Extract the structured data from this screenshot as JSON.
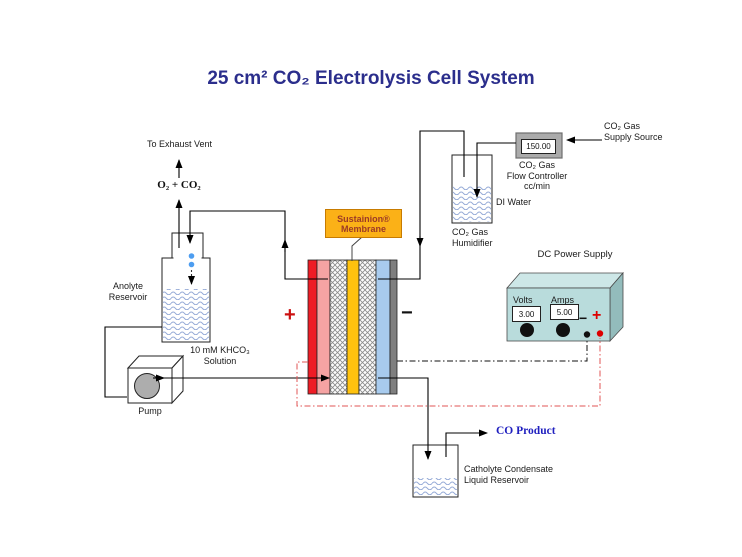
{
  "title": "25 cm² CO₂ Electrolysis Cell System",
  "exhaust": {
    "vent_label": "To Exhaust Vent",
    "gas_label": "O₂ + CO₂"
  },
  "anolyte": {
    "reservoir_label": "Anolyte\nReservoir",
    "solution_label": "10 mM KHCO₃\nSolution"
  },
  "pump": {
    "label": "Pump"
  },
  "cell": {
    "membrane_label": "Sustainion®\nMembrane",
    "anode_sign": "+",
    "cathode_sign": "−",
    "layer_colors": [
      "#EE1C25",
      "#F5A3A3",
      "crosshatch",
      "#FFC20E",
      "crosshatch",
      "#A8CBEE",
      "#7F7F7F"
    ]
  },
  "humidifier": {
    "label": "CO₂ Gas\nHumidifier",
    "di_water_label": "DI Water"
  },
  "flow_controller": {
    "label": "CO₂ Gas\nFlow Controller\ncc/min",
    "reading": "150.00"
  },
  "supply": {
    "label": "CO₂ Gas\nSupply Source"
  },
  "power_supply": {
    "title": "DC Power Supply",
    "volts_label": "Volts",
    "amps_label": "Amps",
    "volts_value": "3.00",
    "amps_value": "5.00",
    "minus_sign": "−",
    "plus_sign": "+"
  },
  "product": {
    "co_label": "CO Product",
    "reservoir_label": "Catholyte Condensate\nLiquid Reservoir"
  },
  "colors": {
    "title_navy": "#2B2E8C",
    "anode_red": "#EE1C25",
    "membrane_yellow": "#FFC20E",
    "cathode_blue": "#A8CBEE",
    "membrane_label_orange": "#FBB117",
    "power_supply_teal": "#B9DCDC",
    "positive_wire_red": "#E25555",
    "terminal_red": "#DD0000",
    "co_product_blue": "#1F1FBF",
    "water_wave_blue": "#93A9D6"
  }
}
